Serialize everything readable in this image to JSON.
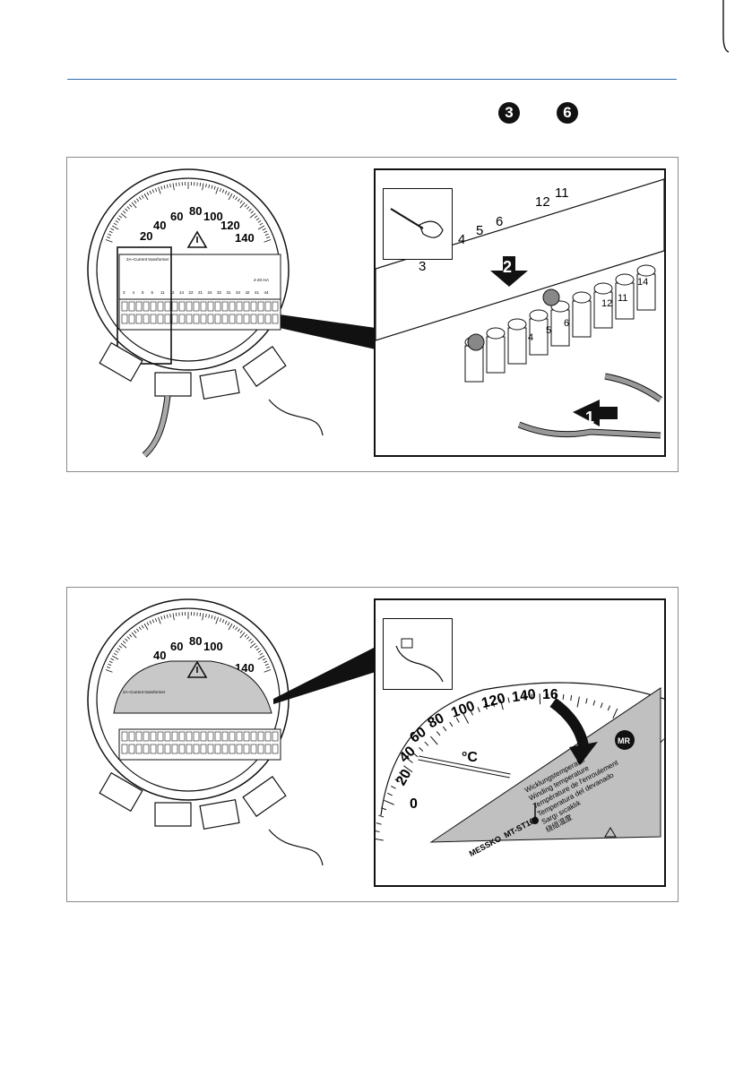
{
  "page": {
    "step_markers": [
      "3",
      "6"
    ]
  },
  "figure1": {
    "gauge_scale": [
      "20",
      "40",
      "60",
      "80",
      "100",
      "120",
      "140"
    ],
    "terminal_header": "2A~Current transformer",
    "terminal_numbers": [
      "3",
      "4",
      "5",
      "6",
      "11",
      "12",
      "14",
      "22",
      "21",
      "24",
      "32",
      "31",
      "34",
      "42",
      "41",
      "44"
    ],
    "output_label": "4-20 mA",
    "zoom_terminal_numbers": [
      "3",
      "4",
      "5",
      "6",
      "12",
      "11",
      "14"
    ],
    "zoom_top_numbers": [
      "4",
      "5",
      "6",
      "12",
      "11"
    ],
    "callouts": [
      "1",
      "2"
    ]
  },
  "figure2": {
    "gauge_scale": [
      "0",
      "20",
      "40",
      "60",
      "80",
      "100",
      "120",
      "140",
      "16"
    ],
    "unit": "°C",
    "brand": "MESSKO",
    "model": "MT-ST160",
    "logo": "MR",
    "label_lines": [
      "Wicklungstemperatur",
      "Winding temperature",
      "Température de l'enroulement",
      "Temperatura del devanado",
      "Sargı sıcaklık",
      "绕组温度"
    ]
  }
}
